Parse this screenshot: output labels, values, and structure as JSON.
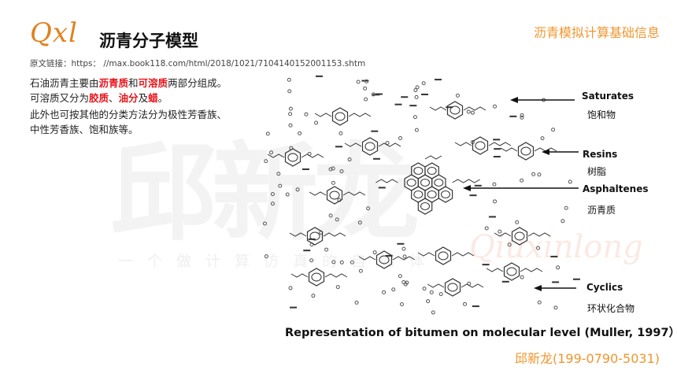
{
  "header": {
    "logo": "Qxl",
    "title": "沥青分子模型",
    "section": "沥青模拟计算基础信息"
  },
  "source": {
    "label": "原文链接：",
    "url": "https： //max.book118.com/html/2018/1021/7104140152001153.shtm"
  },
  "body": {
    "line1": [
      "石油沥青主要由",
      "沥青质",
      "和",
      "可溶质",
      "两部分组成。"
    ],
    "line2": [
      "可溶质又分为",
      "胶质",
      "、",
      "油分",
      "及",
      "蜡",
      "。"
    ],
    "line3": "此外也可按其他的分类方法分为极性芳香族、",
    "line4": "中性芳香族、饱和族等。"
  },
  "watermark": {
    "name": "邱新龙",
    "tagline": "一个做计算仿真的自媒体",
    "script": "Qiuxinlong"
  },
  "figure": {
    "labels": [
      {
        "en": "Saturates",
        "cn": "饱和物"
      },
      {
        "en": "Resins",
        "cn": "树脂"
      },
      {
        "en": "Asphaltenes",
        "cn": "沥青质"
      },
      {
        "en": "Cyclics",
        "cn": "环状化合物"
      }
    ],
    "caption": "Representation of bitumen on molecular level (Muller, 1997）"
  },
  "footer": {
    "contact": "邱新龙(199-0790-5031)"
  },
  "colors": {
    "accent": "#f0962f",
    "highlight": "#e8141b"
  }
}
